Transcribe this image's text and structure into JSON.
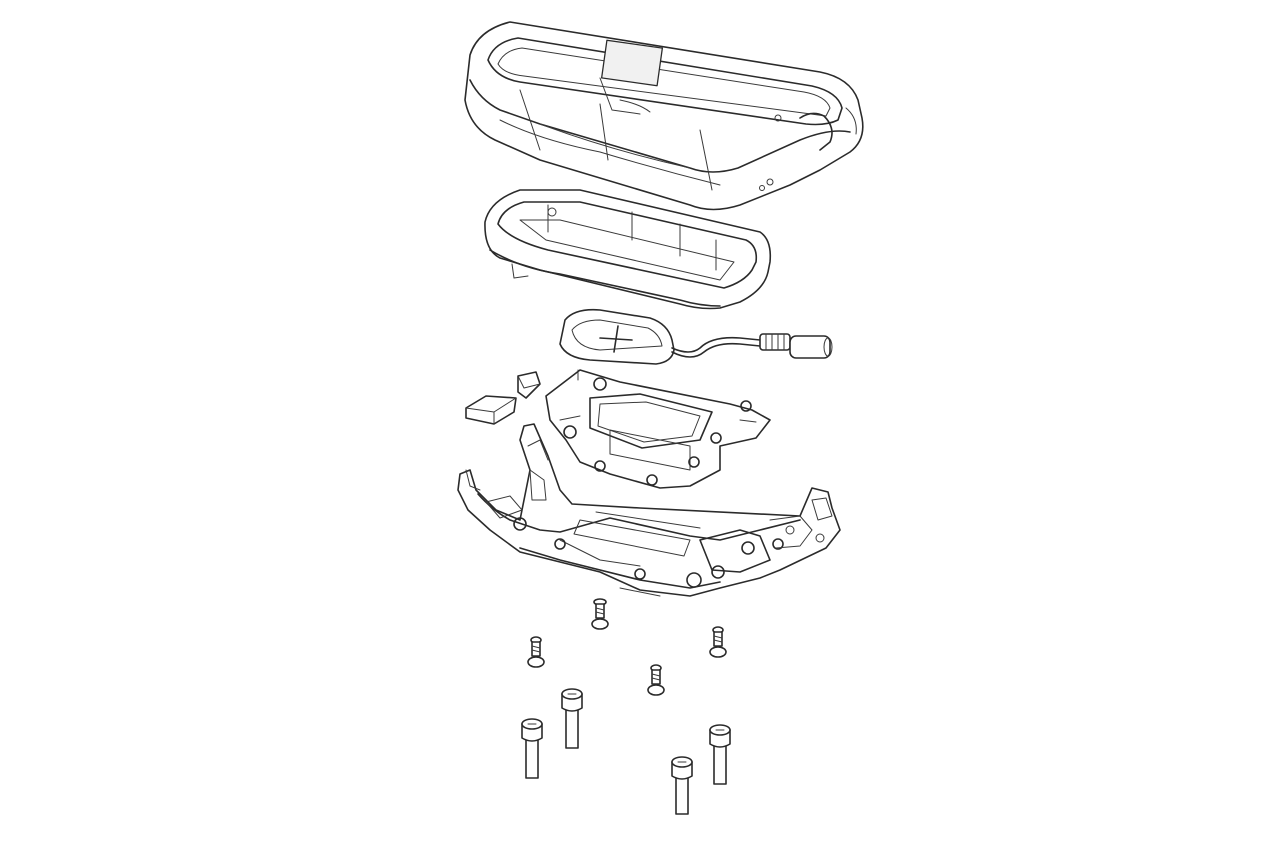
{
  "diagram": {
    "background": "#ffffff",
    "line_color": "#2b2b2b",
    "parts": [
      {
        "name": "top-housing-shell",
        "icon": "housing-icon"
      },
      {
        "name": "inner-frame-ring",
        "icon": "frame-icon"
      },
      {
        "name": "charging-pad-with-cable",
        "icon": "charging-pad-icon"
      },
      {
        "name": "small-clip-left",
        "icon": "clip-icon"
      },
      {
        "name": "small-clip-right",
        "icon": "clip-icon"
      },
      {
        "name": "mounting-bracket",
        "icon": "bracket-icon"
      },
      {
        "name": "base-plate",
        "icon": "base-plate-icon"
      }
    ],
    "screws": [
      {
        "name": "flat-screw",
        "count": 4
      },
      {
        "name": "socket-cap-bolt",
        "count": 4
      }
    ]
  }
}
